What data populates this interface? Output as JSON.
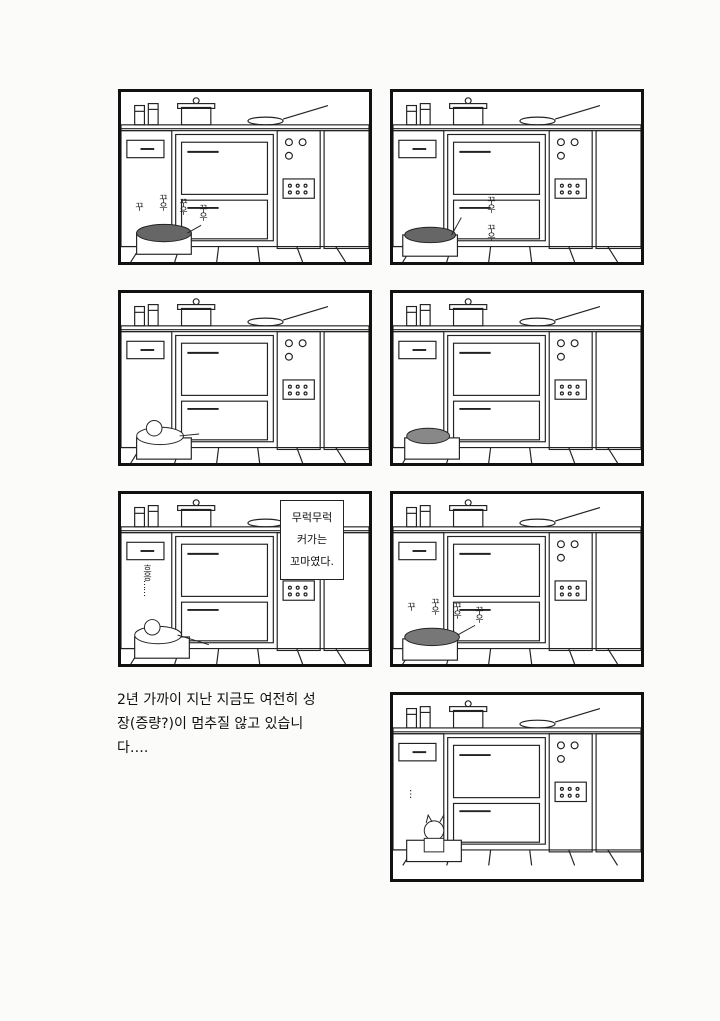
{
  "panels": [
    {
      "sfx": [
        "꾸",
        "꾸우",
        "꾸우",
        "꾸우"
      ]
    },
    {
      "sfx": [
        "꾸우",
        "꾸우"
      ]
    },
    {
      "sfx": []
    },
    {
      "sfx": []
    },
    {
      "sfx": [
        "흐응……"
      ]
    },
    {
      "sfx": [
        "꾸",
        "꾸우",
        "꾸우",
        "꾸우"
      ]
    },
    {
      "sfx": [
        "…"
      ]
    }
  ],
  "sign": {
    "line1": "무럭무럭",
    "line2": "커가는",
    "line3": "꼬마였다."
  },
  "caption": {
    "line1": "2년 가까이 지난 지금도 여전히 성",
    "line2": "장(증량?)이 멈추질 않고 있습니",
    "line3": "다…."
  }
}
